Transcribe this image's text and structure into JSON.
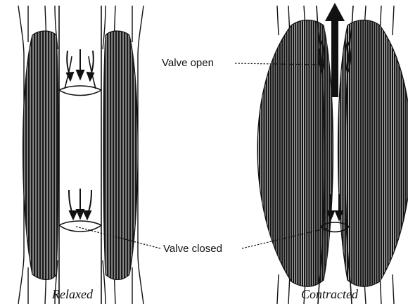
{
  "labels": {
    "valve_open": "Valve open",
    "valve_closed": "Valve closed"
  },
  "captions": {
    "relaxed": "Relaxed",
    "contracted": "Contracted"
  }
}
